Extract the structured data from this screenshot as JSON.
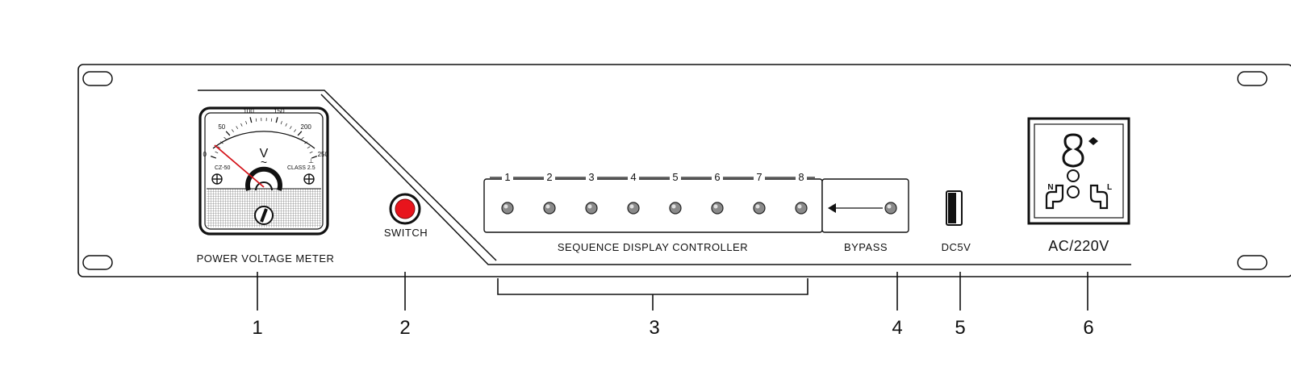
{
  "meter": {
    "label": "POWER VOLTAGE METER",
    "scale_ticks": [
      "0",
      "50",
      "100",
      "150",
      "200",
      "250"
    ],
    "unit_symbol": "V",
    "ac_symbol": "~",
    "model": "CZ-50",
    "class_text": "CLASS 2.5",
    "mark_text": "⊥",
    "needle_value": 0
  },
  "switch": {
    "label": "SWITCH",
    "led_color": "#e8141c"
  },
  "sequence": {
    "label": "SEQUENCE DISPLAY CONTROLLER",
    "channels": [
      "1",
      "2",
      "3",
      "4",
      "5",
      "6",
      "7",
      "8"
    ]
  },
  "bypass": {
    "label": "BYPASS"
  },
  "usb": {
    "label": "DC5V"
  },
  "socket": {
    "label": "AC/220V",
    "neutral": "N",
    "live": "L"
  },
  "callouts": [
    "1",
    "2",
    "3",
    "4",
    "5",
    "6"
  ]
}
